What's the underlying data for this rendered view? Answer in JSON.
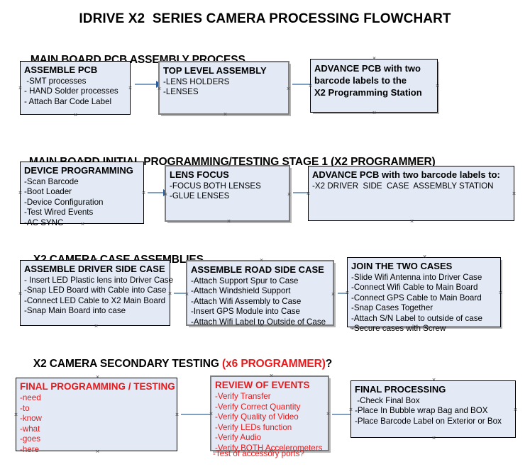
{
  "title": "IDRIVE X2  SERIES CAMERA PROCESSING FLOWCHART",
  "colors": {
    "box_fill": "#e3eaf5",
    "box_border_black": "#000000",
    "box_border_gray": "#7e7e7e",
    "accent_red": "#e8191b",
    "arrow_shaft": "#7f9fc0",
    "arrow_head": "#2b5f9e",
    "text": "#000000"
  },
  "sections": [
    {
      "header": "MAIN BOARD PCB ASSEMBLY PROCESS",
      "header_accent": "",
      "header_tail": "",
      "boxes": [
        {
          "box_title": "ASSEMBLE PCB",
          "lines": [
            " -SMT processes",
            "- HAND Solder processes",
            "- Attach Bar Code Label"
          ]
        },
        {
          "box_title": "TOP LEVEL ASSEMBLY",
          "lines": [
            "-LENS HOLDERS",
            "-LENSES"
          ]
        },
        {
          "box_title": "ADVANCE PCB with two\nbarcode labels to the\n X2 Programming Station",
          "lines": []
        }
      ]
    },
    {
      "header": "MAIN BOARD INITIAL PROGRAMMING/TESTING STAGE 1 (X2 PROGRAMMER)",
      "header_accent": "",
      "header_tail": "",
      "boxes": [
        {
          "box_title": "DEVICE PROGRAMMING",
          "lines": [
            "-Scan Barcode",
            "-Boot Loader",
            "-Device Configuration",
            "-Test Wired Events",
            "-AC SYNC"
          ]
        },
        {
          "box_title": "LENS FOCUS",
          "lines": [
            "-FOCUS BOTH LENSES",
            "-GLUE LENSES"
          ]
        },
        {
          "box_title": "ADVANCE PCB with two barcode labels to:",
          "lines": [
            "-X2 DRIVER  SIDE  CASE  ASSEMBLY STATION"
          ]
        }
      ]
    },
    {
      "header": "X2 CAMERA CASE ASSEMBLIES",
      "header_accent": "",
      "header_tail": "",
      "boxes": [
        {
          "box_title": "ASSEMBLE DRIVER SIDE CASE",
          "lines": [
            "- Insert LED Plastic lens into Driver Case",
            "-Snap LED Board with Cable into Case",
            "-Connect LED Cable to X2 Main Board",
            "-Snap Main Board into case"
          ]
        },
        {
          "box_title": "ASSEMBLE ROAD SIDE CASE",
          "lines": [
            "-Attach Support Spur to Case",
            "-Attach Windshield Support",
            "-Attach Wifi Assembly to Case",
            "-Insert GPS Module into Case",
            "-Attach Wifi Label to Outside of Case"
          ]
        },
        {
          "box_title": "JOIN THE TWO CASES",
          "lines": [
            "-Slide Wifi Antenna into Driver Case",
            "-Connect Wifi Cable to Main Board",
            "-Connect GPS Cable to Main Board",
            "-Snap Cases Together",
            "-Attach S/N Label to outside of case",
            "-Secure cases with Screw"
          ]
        }
      ]
    },
    {
      "header": "X2 CAMERA SECONDARY TESTING ",
      "header_accent": "(x6 PROGRAMMER)",
      "header_tail": "?",
      "boxes": [
        {
          "box_title": "FINAL PROGRAMMING / TESTING",
          "lines": [
            "-need",
            "-to",
            "-know",
            "-what",
            "-goes",
            "-here"
          ]
        },
        {
          "box_title": "REVIEW OF EVENTS",
          "lines": [
            "-Verify Transfer",
            "-Verify Correct Quantity",
            "-Verify Quality of Video",
            "-Verify LEDs function",
            "-Verify Audio",
            "-Verify BOTH Accelerometers"
          ],
          "overflow_line": "-Test of accessory ports?"
        },
        {
          "box_title": "FINAL PROCESSING",
          "lines": [
            " -Check Final Box",
            "-Place In Bubble wrap Bag and BOX",
            "-Place Barcode Label on Exterior or Box"
          ]
        }
      ]
    }
  ]
}
